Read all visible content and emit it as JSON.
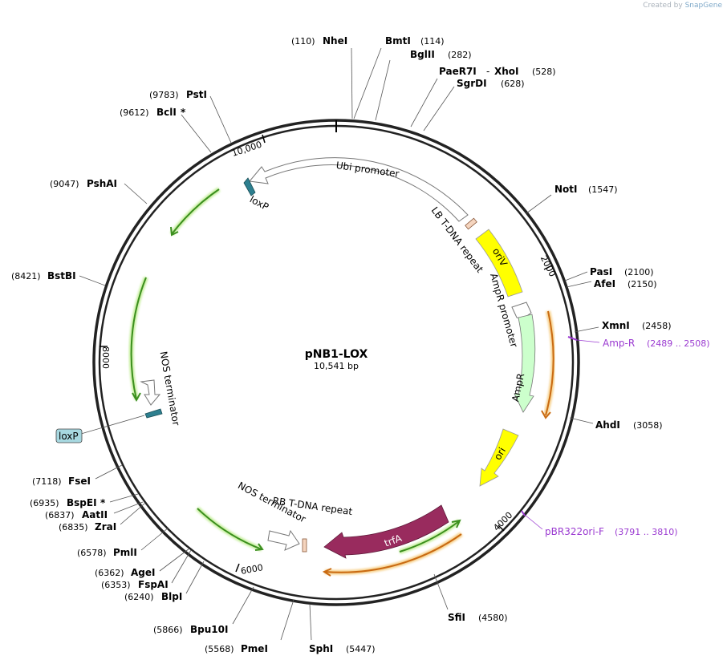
{
  "credit": {
    "prefix": "Created by",
    "brand": "SnapGene"
  },
  "plasmid": {
    "name": "pNB1-LOX",
    "size_label": "10,541 bp",
    "length": 10541
  },
  "ticks": [
    "2000",
    "4000",
    "6000",
    "8000",
    "10,000"
  ],
  "sites": [
    {
      "name": "NheI",
      "pos": "(110)"
    },
    {
      "name": "BmtI",
      "pos": "(114)"
    },
    {
      "name": "BglII",
      "pos": "(282)"
    },
    {
      "name": "PaeR7I",
      "pos": "(528)"
    },
    {
      "name": "XhoI",
      "pos": ""
    },
    {
      "name": "SgrDI",
      "pos": "(628)"
    },
    {
      "name": "NotI",
      "pos": "(1547)"
    },
    {
      "name": "PasI",
      "pos": "(2100)"
    },
    {
      "name": "AfeI",
      "pos": "(2150)"
    },
    {
      "name": "XmnI",
      "pos": "(2458)"
    },
    {
      "name": "AhdI",
      "pos": "(3058)"
    },
    {
      "name": "SfiI",
      "pos": "(4580)"
    },
    {
      "name": "SphI",
      "pos": "(5447)"
    },
    {
      "name": "PmeI",
      "pos": "(5568)"
    },
    {
      "name": "Bpu10I",
      "pos": "(5866)"
    },
    {
      "name": "BlpI",
      "pos": "(6240)"
    },
    {
      "name": "FspAI",
      "pos": "(6353)"
    },
    {
      "name": "AgeI",
      "pos": "(6362)"
    },
    {
      "name": "PmlI",
      "pos": "(6578)"
    },
    {
      "name": "ZraI",
      "pos": "(6835)"
    },
    {
      "name": "AatII",
      "pos": "(6837)"
    },
    {
      "name": "BspEI",
      "pos": "(6935)",
      "mark": "*"
    },
    {
      "name": "FseI",
      "pos": "(7118)"
    },
    {
      "name": "BstBI",
      "pos": "(8421)"
    },
    {
      "name": "PshAI",
      "pos": "(9047)"
    },
    {
      "name": "BclI",
      "pos": "(9612)",
      "mark": "*"
    },
    {
      "name": "PstI",
      "pos": "(9783)"
    }
  ],
  "primers": [
    {
      "name": "Amp-R",
      "range": "(2489 .. 2508)"
    },
    {
      "name": "pBR322ori-F",
      "range": "(3791 .. 3810)"
    }
  ],
  "features": [
    {
      "name": "Ubi promoter"
    },
    {
      "name": "loxP"
    },
    {
      "name": "LB T-DNA repeat"
    },
    {
      "name": "oriV"
    },
    {
      "name": "AmpR promoter"
    },
    {
      "name": "AmpR"
    },
    {
      "name": "ori"
    },
    {
      "name": "trfA"
    },
    {
      "name": "RB T-DNA repeat"
    },
    {
      "name": "NOS terminator"
    },
    {
      "name": "NOS terminator"
    },
    {
      "name": "loxP"
    }
  ],
  "colors": {
    "oriV": "#ffff00",
    "ori": "#ffff00",
    "AmpR": "#ccffcc",
    "trfA": "#992b5e",
    "loxP": "#2d7f8f",
    "orf_green": "#3b8f1e",
    "orf_orange": "#c96a12",
    "primer": "#9b3bd1",
    "loxP_label_bg": "#a7d8e0"
  }
}
